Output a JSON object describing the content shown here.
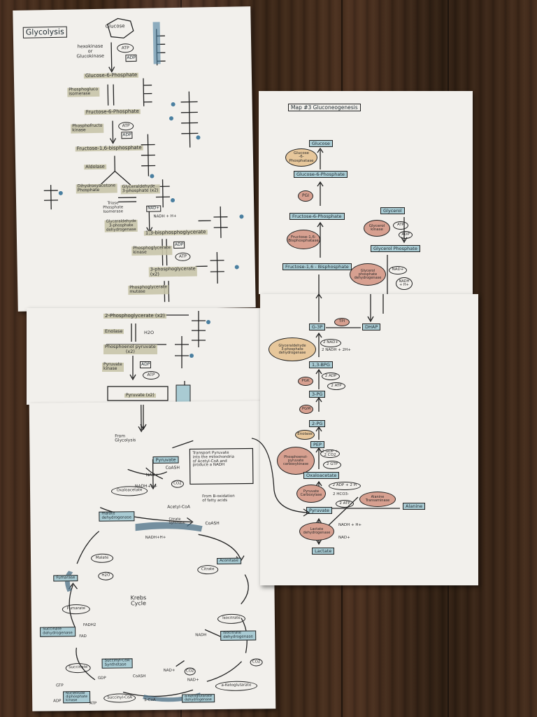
{
  "glycolysis": {
    "title": "Glycolysis",
    "glucose": "Glucose",
    "hexokinase": "hexokinase\nor\nGlucokinase",
    "atp1": "ATP",
    "adp1": "ADP",
    "g6p": "Glucose-6-Phosphate",
    "pgi": "Phosphogluco\nisomerase",
    "f6p": "Fructose-6-Phosphate",
    "pfk": "Phosphofructo\nkinase",
    "atp2": "ATP",
    "adp2": "ADP",
    "f16bp": "Fructose-1,6-bisphosphate",
    "aldolase": "Aldolase",
    "dhap": "Dihydroxyacetone\nPhosphate",
    "g3p": "Glyceraldehyde\n3-phosphate (x2)",
    "tpi": "Triose\nPhosphate\nIsomerase",
    "gapdh": "Glyceraldehyde\n3-phosphate\ndehydrogenase",
    "nad": "NAD+",
    "nadh": "NADH + H+",
    "bpg": "1,3-bisphosphoglycerate",
    "pgk": "Phosphoglycerate\nkinase",
    "adp3": "ADP",
    "atp3": "ATP",
    "pg3": "3-phosphoglycerate\n(x2)",
    "pgm": "Phosphoglycerate\nmutase",
    "pg2": "2-Phosphoglycerate (x2)",
    "enolase": "Enolase",
    "h2o": "H2O",
    "pep": "Phosphoenol pyruvate\n(x2)",
    "pk": "Pyruvate\nkinase",
    "adp4": "ADP",
    "atp4": "ATP",
    "pyruvate": "Pyruvate (x2)"
  },
  "krebs": {
    "from_glycolysis": "From\nGlycolysis",
    "pyruvate": "Pyruvate",
    "coash": "CoASH",
    "nad": "NAD+",
    "nadh": "NADH+H+",
    "co2a": "CO2",
    "note": "Transport Pyruvate\ninto the mitochondria\nof Acetyl-CoA and\nproduce a NADH",
    "beta": "From B-oxidation\nof fatty acids",
    "oxaloacetate": "Oxaloacetate",
    "acetylcoa": "Acetyl-CoA",
    "citrate_synthase": "Citrate\nSynthase",
    "coash2": "CoASH",
    "mdh": "malate\ndehydrogenase",
    "nadh_h": "NADH+H+",
    "aconitase": "Aconitase",
    "citrate": "Citrate",
    "fumarase": "Fumarase",
    "malate": "Malate",
    "h2o": "H2O",
    "title": "Krebs\nCycle",
    "fumarate": "Fumarate",
    "fadh2": "FADH2",
    "fad": "FAD",
    "sdh": "Succinate\ndehydrogenase",
    "isocitrate": "Isocitrate",
    "idh": "Isocitrate\ndehydrogenase",
    "nadh2": "NADH",
    "co2b": "CO2",
    "succinate": "Succinate",
    "succ_coa_synth": "Succinyl-CoA\nSynthetase",
    "gtp": "GTP",
    "gdp": "GDP",
    "coash3": "CoASH",
    "nad2": "NAD+",
    "co2c": "CO2",
    "nad3": "NAD+",
    "akg": "a-Ketoglutarate",
    "akgdh": "a-Ketoglutarate\ndehydrogenase",
    "adp": "ADP",
    "atp": "ATP",
    "ndk": "Nucleoside\ndiphosphate\nkinase",
    "succinylcoa": "Succinyl-CoA",
    "scoa": "S-CoA"
  },
  "gluconeo": {
    "title": "Map #3 Gluconeogenesis",
    "glucose": "Glucose",
    "g6pase": "Glucose\n-6-Phosphatase",
    "g6p": "Glucose-6-Phosphate",
    "pgi": "PGI",
    "f6p": "Fructose-6-Phosphate",
    "fbpase": "Fructose-1,6-\nBisphosphatase",
    "f16bp": "Fructose-1,6 - Bisphosphate",
    "glycerol": "Glycerol",
    "gk": "Glycerol\nkinase",
    "atp1": "ATP",
    "adp1": "ADP",
    "g3phos": "Glycerol Phosphate",
    "g3pdh": "Glycerol\nphosphate\ndehydrogenase",
    "nad1": "NAD+",
    "nadh1": "NADH\n+ H+",
    "g3p": "G-3P",
    "tpi": "TPI",
    "dhap": "DHAP",
    "gapdh": "Glyceraldehyde\n3-phosphate\ndehydrogenase",
    "nad2": "2 NAD+",
    "nadh2": "2 NADH + 2H+",
    "bpg": "1,3-BPG",
    "pgk": "PGK",
    "adp2": "2 ADP",
    "atp2": "2 ATP",
    "pg3": "3-PG",
    "pgm": "PGM",
    "pg2": "2-PG",
    "enolase": "Enolase",
    "pep": "PEP",
    "pepck": "Phosphoenol-\npyruvate\ncarboxykinase",
    "gdp": "2 GDP + 2 CO2",
    "gtp": "2 GTP",
    "oaa": "Oxaloacetate",
    "pc": "Pyruvate\nCarboxylase",
    "adp3": "2 ADP + 2 Pi",
    "hco3": "2 HCO3-",
    "atp3": "2 ATP",
    "alt": "Alanine\nTransaminase",
    "alanine": "Alanine",
    "pyruvate": "Pyruvate",
    "ldh": "Lactate\ndehydrogenase",
    "nadh3": "NADH + H+",
    "nad3": "NAD+",
    "lactate": "Lactate"
  }
}
